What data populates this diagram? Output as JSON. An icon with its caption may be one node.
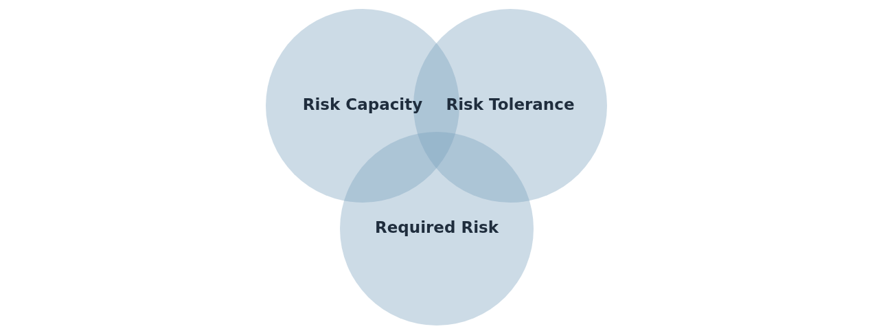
{
  "diagram": {
    "nodes": [
      {
        "text": [
          "Risk Capacity"
        ]
      },
      {
        "text": [
          "Risk Tolerance"
        ]
      },
      {
        "text": [
          "Required Risk"
        ]
      }
    ],
    "edges": []
  }
}
